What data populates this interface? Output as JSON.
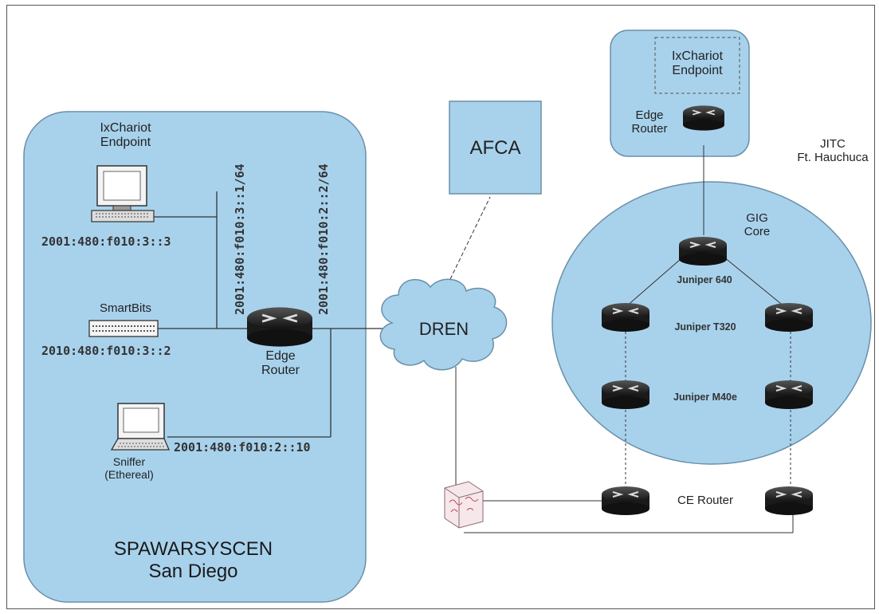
{
  "san_diego": {
    "site_name": "SPAWARSYSCEN",
    "site_city": "San Diego",
    "ixchariot_label_1": "IxChariot",
    "ixchariot_label_2": "Endpoint",
    "ixchariot_addr": "2001:480:f010:3::3",
    "smartbits_label": "SmartBits",
    "smartbits_addr": "2010:480:f010:3::2",
    "sniffer_label_1": "Sniffer",
    "sniffer_label_2": "(Ethereal)",
    "sniffer_addr": "2001:480:f010:2::10",
    "subnet_3": "2001:480:f010:3::1/64",
    "subnet_2": "2001:480:f010:2::2/64",
    "edge_router_label_1": "Edge",
    "edge_router_label_2": "Router"
  },
  "cloud": {
    "label": "DREN"
  },
  "afca": {
    "label": "AFCA"
  },
  "jitc": {
    "ixchariot_label_1": "IxChariot",
    "ixchariot_label_2": "Endpoint",
    "edge_router_label_1": "Edge",
    "edge_router_label_2": "Router",
    "site_name_1": "JITC",
    "site_name_2": "Ft. Hauchuca"
  },
  "gig": {
    "label_1": "GIG",
    "label_2": "Core",
    "juniper_640": "Juniper 640",
    "juniper_t320": "Juniper T320",
    "juniper_m40e": "Juniper M40e",
    "ce_router": "CE Router"
  }
}
